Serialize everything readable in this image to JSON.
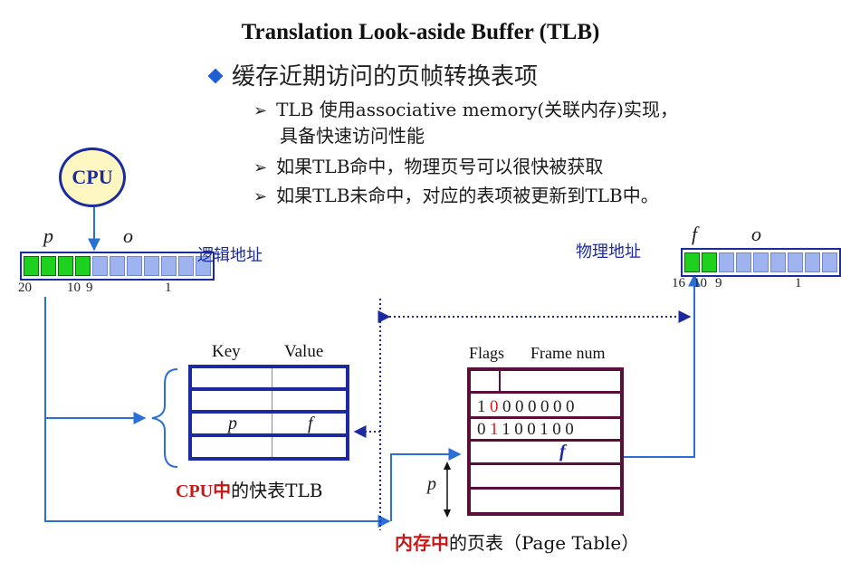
{
  "title": "Translation Look-aside Buffer (TLB)",
  "main_bullet": "缓存近期访问的页帧转换表项",
  "sub_bullets": {
    "b1_line1": "TLB 使用associative memory(关联内存)实现，",
    "b1_line2": "具备快速访问性能",
    "b2": "如果TLB命中，物理页号可以很快被获取",
    "b3": "如果TLB未命中，对应的表项被更新到TLB中。",
    "arrow_glyph": "➢"
  },
  "cpu_label": "CPU",
  "logical": {
    "label": "逻辑地址",
    "p": "p",
    "o": "o",
    "bit_hi": "20",
    "bit_mid_a": "10",
    "bit_mid_b": "9",
    "bit_lo": "1",
    "green_cells": 4,
    "blue_cells": 7
  },
  "physical": {
    "label": "物理地址",
    "f": "f",
    "o": "o",
    "bit_hi": "16",
    "bit_mid_a": "10",
    "bit_mid_b": "9",
    "bit_lo": "1",
    "green_cells": 2,
    "blue_cells": 7
  },
  "tlb": {
    "key_header": "Key",
    "value_header": "Value",
    "p_cell": "p",
    "f_cell": "f",
    "caption_red": "CPU中",
    "caption_rest": "的快表TLB"
  },
  "page_table": {
    "flags_header": "Flags",
    "frame_header": "Frame num",
    "row1_flag1": "1",
    "row1_flag2": "0",
    "row1_frame": "000000",
    "row2_flag1": "0",
    "row2_flag2": "1",
    "row2_frame": "100100",
    "f_cell": "f",
    "p_side": "p",
    "caption_red": "内存中",
    "caption_rest": "的页表（Page Table）"
  },
  "colors": {
    "blue": "#1c2aa0",
    "red": "#d41e1e",
    "maroon": "#5a0e3a",
    "green": "#1fd11f",
    "light_blue": "#9fb4ee",
    "wire_blue": "#2a6fd6"
  }
}
